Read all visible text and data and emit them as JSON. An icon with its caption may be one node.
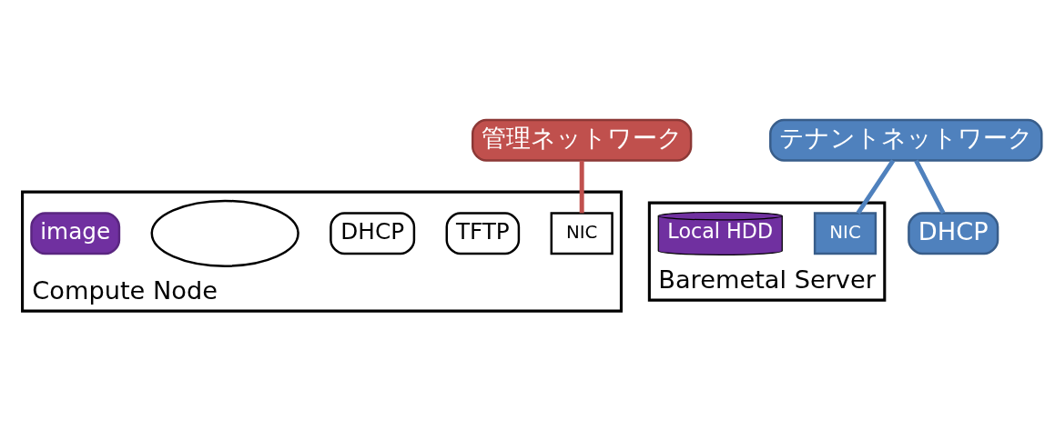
{
  "diagram": {
    "nodes": [
      {
        "text": [
          "管理ネットワーク"
        ]
      },
      {
        "text": [
          "テナントネットワーク"
        ]
      },
      {
        "text": [
          "Compute Node"
        ]
      },
      {
        "text": [
          "NIC"
        ],
        "in": 2
      },
      {
        "text": [
          "TFTP"
        ],
        "in": 2
      },
      {
        "text": [
          "DHCP"
        ],
        "in": 2
      },
      {
        "text": [],
        "shape": "ellipse",
        "in": 2
      },
      {
        "text": [
          "image"
        ],
        "in": 2
      },
      {
        "text": [
          "Baremetal Server"
        ]
      },
      {
        "text": [
          "NIC"
        ],
        "in": 8
      },
      {
        "text": [
          "Local HDD"
        ],
        "in": 8
      },
      {
        "text": [
          "DHCP"
        ]
      }
    ],
    "edges": [
      {
        "from": 0,
        "to": 3,
        "arrow": "none",
        "color": "#c0504d"
      },
      {
        "from": 1,
        "to": 9,
        "arrow": "none"
      },
      {
        "from": 1,
        "to": 11,
        "arrow": "none"
      }
    ]
  }
}
